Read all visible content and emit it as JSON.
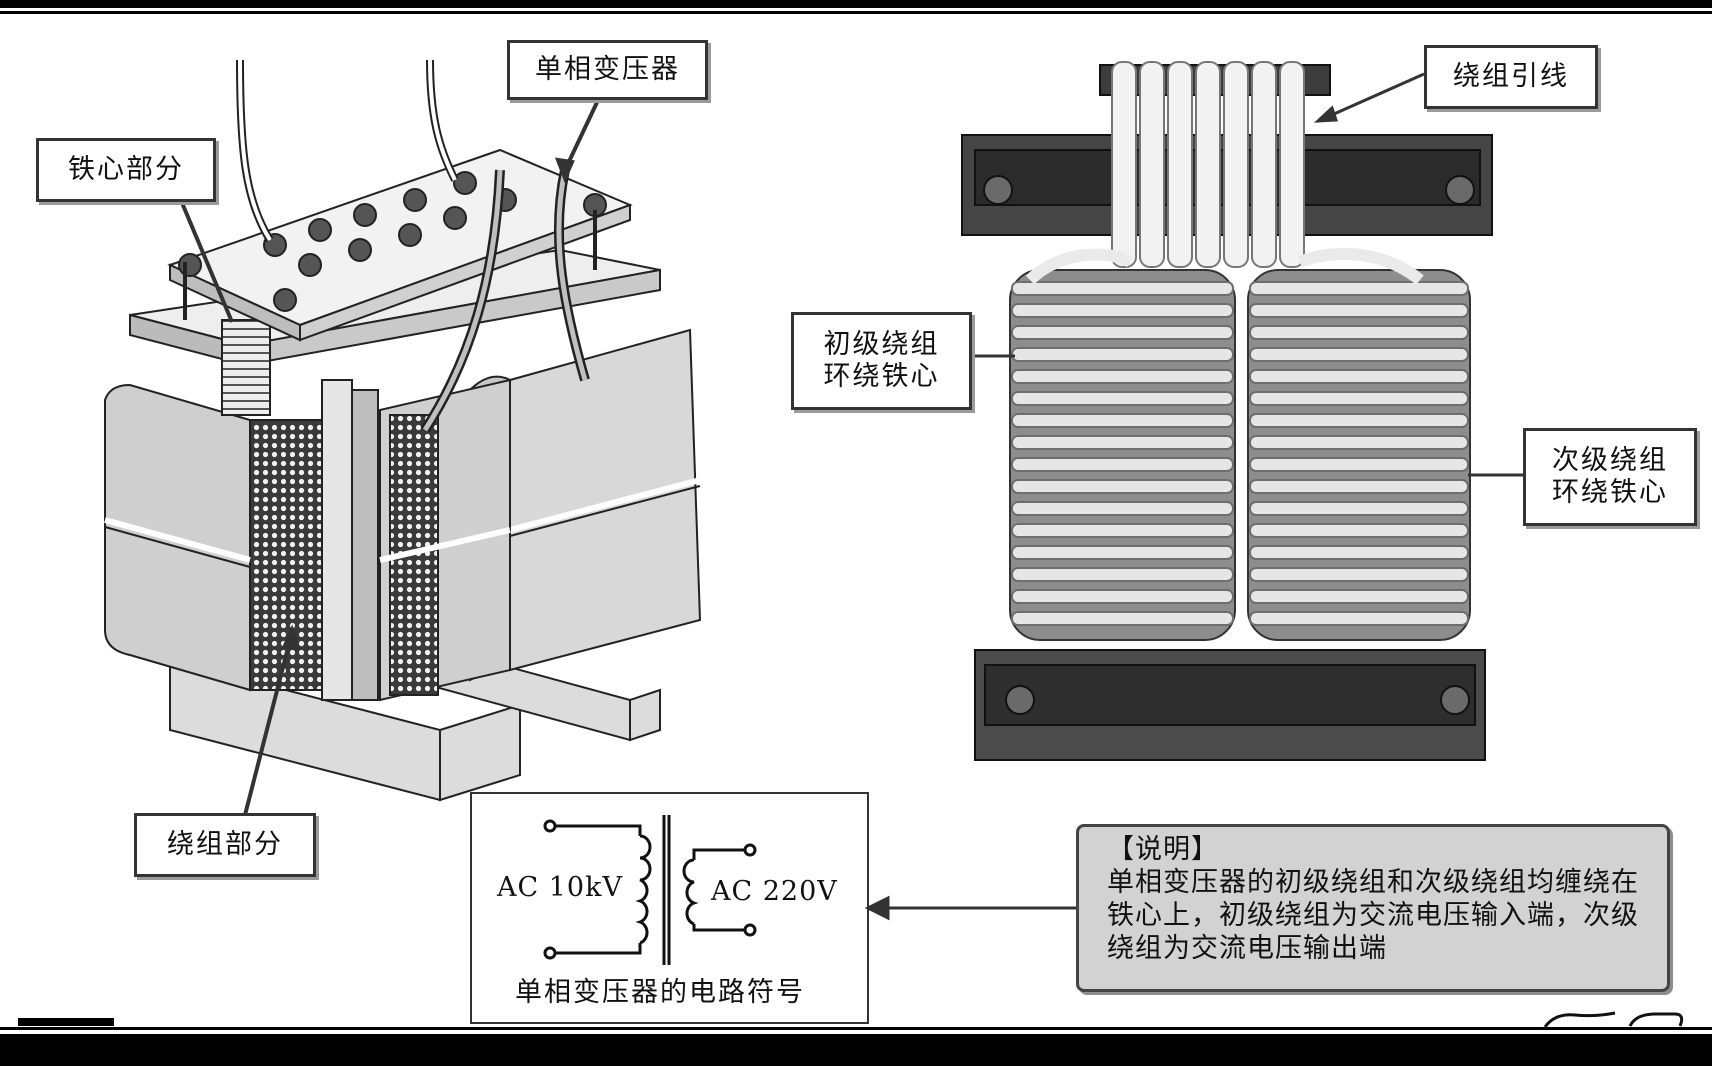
{
  "labels": {
    "single_phase_transformer": "单相变压器",
    "core_part": "铁心部分",
    "winding_part": "绕组部分",
    "winding_leads": "绕组引线",
    "primary_line1": "初级绕组",
    "primary_line2": "环绕铁心",
    "secondary_line1": "次级绕组",
    "secondary_line2": "环绕铁心"
  },
  "symbol": {
    "input_voltage": "AC  10kV",
    "output_voltage": "AC  220V",
    "caption": "单相变压器的电路符号"
  },
  "note": {
    "title": "【说明】",
    "body": "单相变压器的初级绕组和次级绕组均缠绕在铁心上，初级绕组为交流电压输入端，次级绕组为交流电压输出端"
  },
  "colors": {
    "frame": "#000000",
    "label_border": "#333333",
    "note_background": "#d2d2d2",
    "coil_light": "#e4e4e4",
    "coil_dark": "#7a7a7a"
  }
}
